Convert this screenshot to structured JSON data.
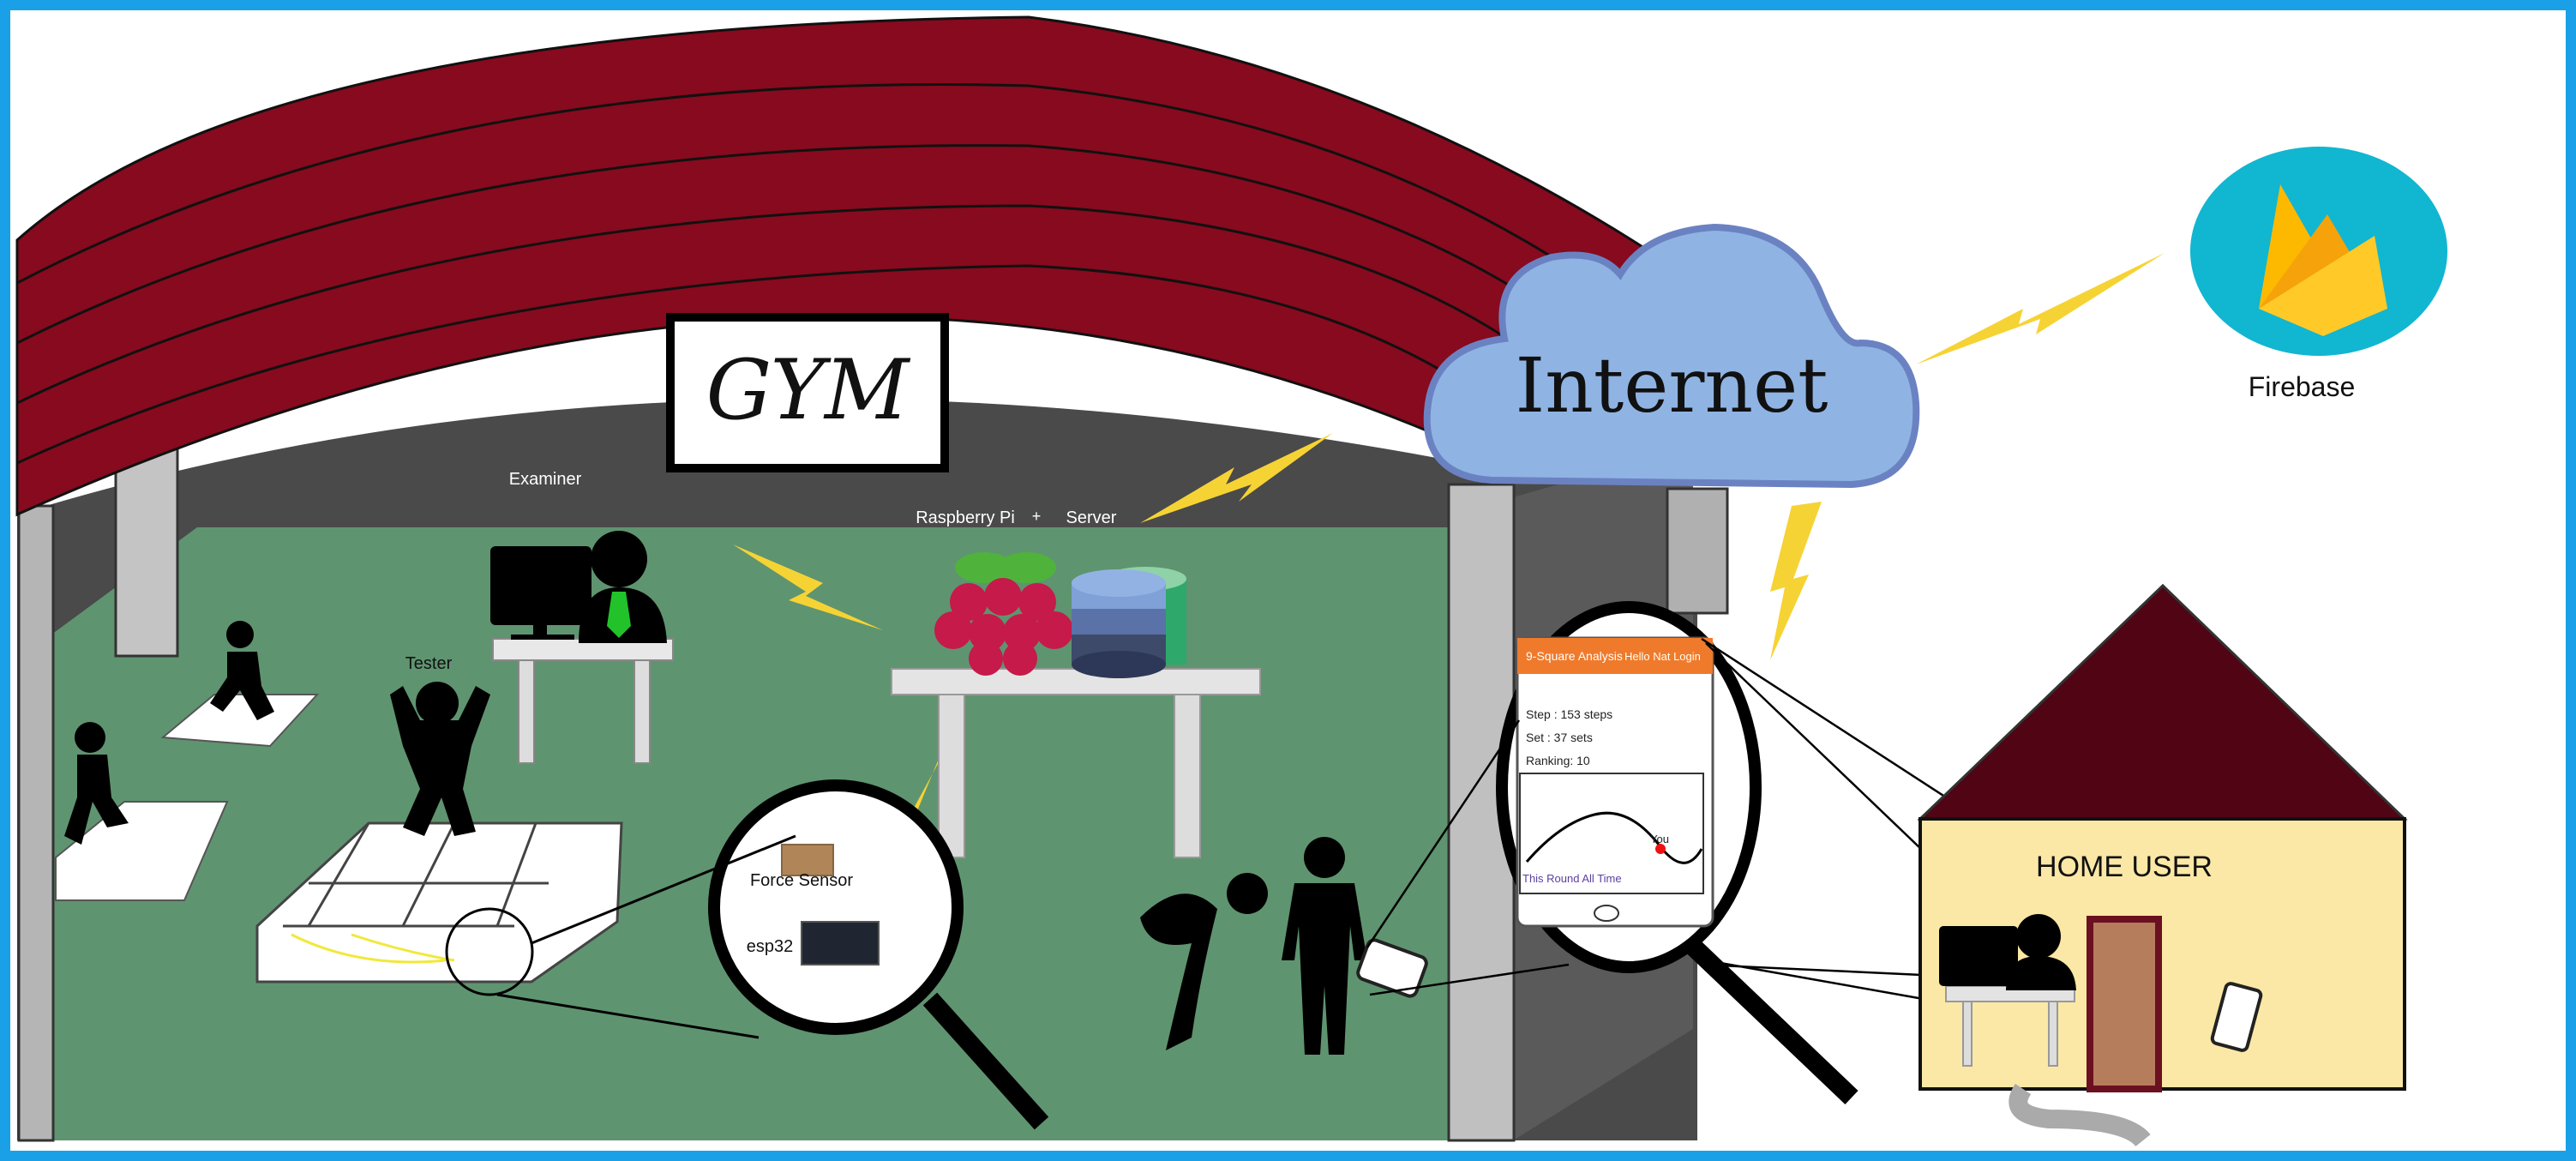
{
  "labels": {
    "gym_sign": "GYM",
    "examiner": "Examiner",
    "raspberry_pi": "Raspberry Pi",
    "plus": "+",
    "server": "Server",
    "tester": "Tester",
    "force_sensor": "Force Sensor",
    "esp32": "esp32",
    "internet": "Internet",
    "firebase": "Firebase",
    "home_user": "HOME USER"
  },
  "phone_app": {
    "title": "9-Square Analysis",
    "user": "Hello Nat Login",
    "step": "Step : 153 steps",
    "set": "Set : 37 sets",
    "ranking": "Ranking: 10",
    "you_label": "You",
    "tabs": "This Round  All Time"
  },
  "colors": {
    "frame_blue": "#1aa0e6",
    "roof_red": "#870a1e",
    "floor_green": "#5f9470",
    "cloud_blue": "#8fb4e3",
    "firebase_teal": "#11b6d1",
    "bolt_yellow": "#f6d334",
    "house_wall": "#fbe8a6",
    "house_roof": "#500414",
    "door_brown": "#b67d5c"
  },
  "icons": [
    "gym-sign",
    "raspberry-pi-icon",
    "database-icon",
    "cloud-icon",
    "firebase-icon",
    "lightning-icon",
    "magnifier-icon",
    "computer-icon",
    "smartphone-icon",
    "house-icon",
    "person-icon"
  ]
}
